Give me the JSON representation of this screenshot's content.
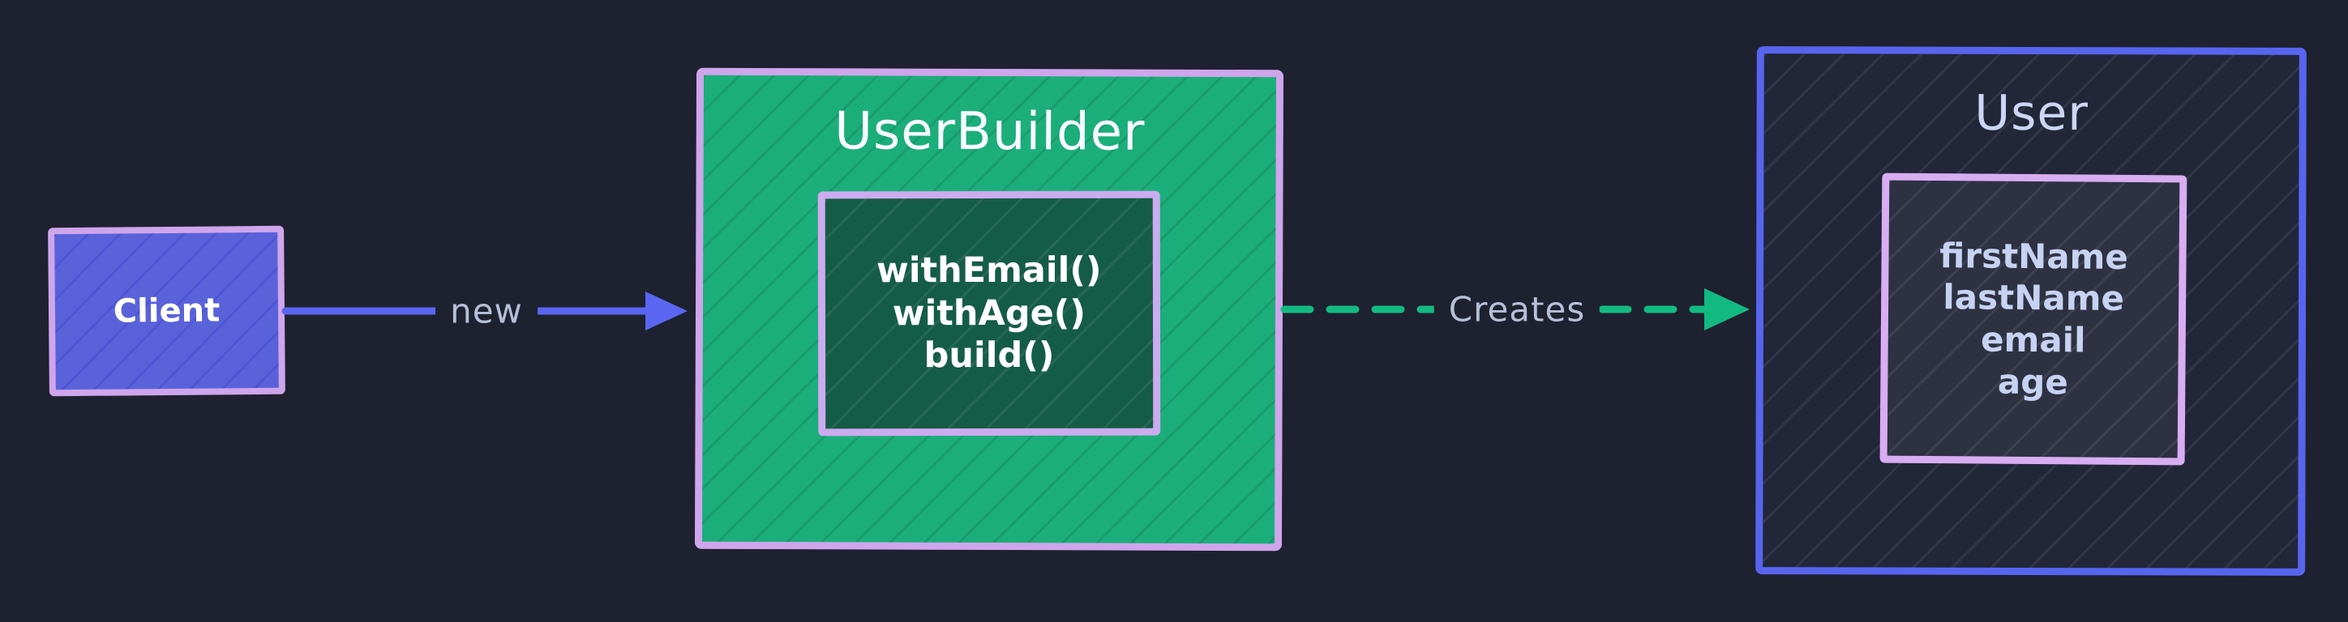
{
  "diagram": {
    "background_color": "#1e2130",
    "edge_label_color": "#b6c0d8",
    "nodes": {
      "client": {
        "label": "Client",
        "fill": "#5a62da",
        "border_color": "#cfa5ec",
        "text_color": "#ffffff"
      },
      "user_builder": {
        "title": "UserBuilder",
        "fill": "#1cae7a",
        "border_color": "#cfa5ec",
        "title_color": "#f7faff",
        "methods": [
          "withEmail()",
          "withAge()",
          "build()"
        ],
        "methods_fill": "#155c46",
        "methods_border_color": "#ccabf0",
        "methods_text_color": "#ffffff"
      },
      "user": {
        "title": "User",
        "fill": "#222639",
        "border_color": "#5765ee",
        "title_color": "#ccd6f4",
        "fields": [
          "firstName",
          "lastName",
          "email",
          "age"
        ],
        "fields_fill": "#2d3142",
        "fields_border_color": "#d8adf2",
        "fields_text_color": "#c7d1f2"
      }
    },
    "edges": {
      "new_edge": {
        "label": "new",
        "color": "#5a66f1",
        "style": "solid"
      },
      "creates_edge": {
        "label": "Creates",
        "color": "#12ba81",
        "style": "dashed"
      }
    }
  }
}
